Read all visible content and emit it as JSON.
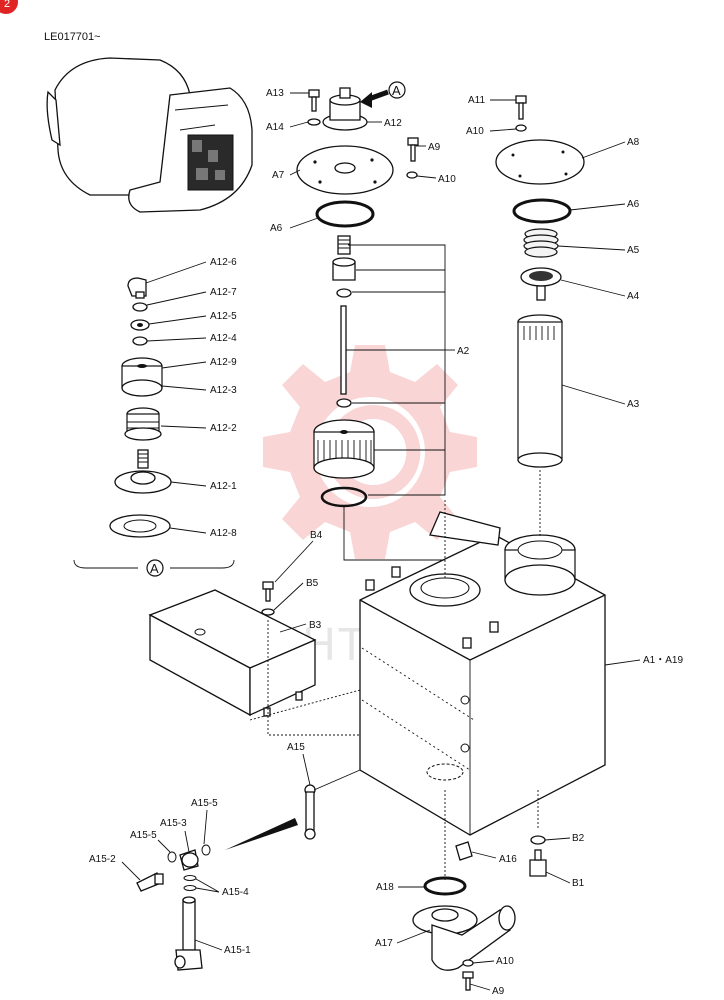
{
  "page": {
    "header_code": "LE017701~",
    "page_marker": "2",
    "watermark_text": "MHTEX",
    "detail_marker": "A"
  },
  "labels": {
    "A13": "A13",
    "A14": "A14",
    "A12": "A12",
    "A9_top": "A9",
    "A7": "A7",
    "A10_top": "A10",
    "A6_left": "A6",
    "A11": "A11",
    "A10_right": "A10",
    "A8": "A8",
    "A6_right": "A6",
    "A5": "A5",
    "A4": "A4",
    "A3": "A3",
    "A2": "A2",
    "A12_6": "A12-6",
    "A12_7": "A12-7",
    "A12_5": "A12-5",
    "A12_4": "A12-4",
    "A12_9": "A12-9",
    "A12_3": "A12-3",
    "A12_2": "A12-2",
    "A12_1": "A12-1",
    "A12_8": "A12-8",
    "B4": "B4",
    "B5": "B5",
    "B3": "B3",
    "A1_A19": "A1・A19",
    "A15": "A15",
    "A15_5a": "A15-5",
    "A15_3": "A15-3",
    "A15_5b": "A15-5",
    "A15_2": "A15-2",
    "A15_4": "A15-4",
    "A15_1": "A15-1",
    "A16": "A16",
    "A18": "A18",
    "A17": "A17",
    "A10_bottom": "A10",
    "A9_bottom": "A9",
    "B2": "B2",
    "B1": "B1"
  }
}
